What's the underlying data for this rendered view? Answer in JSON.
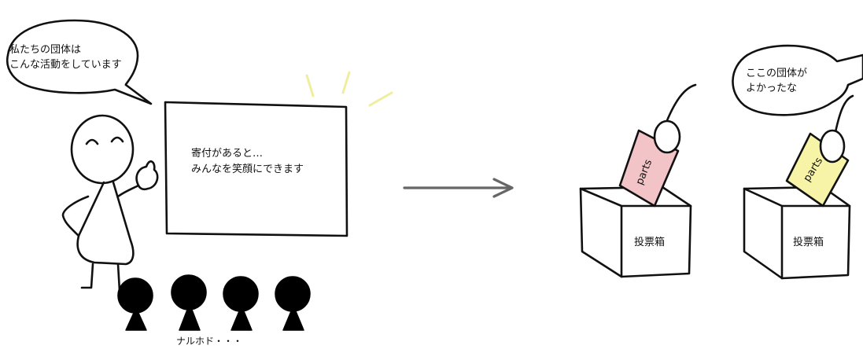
{
  "left_scene": {
    "speech_bubble": {
      "line1": "私たちの団体は",
      "line2": "こんな活動をしています"
    },
    "board": {
      "line1": "寄付があると…",
      "line2": "みんなを笑顔にできます"
    },
    "audience_caption": "ナルホド・・・"
  },
  "right_scene": {
    "speech_bubble": {
      "line1": "ここの団体が",
      "line2": "よかったな"
    },
    "ballot_box_1": {
      "label": "投票箱",
      "card_text": "parts",
      "card_color": "#f2c4c8"
    },
    "ballot_box_2": {
      "label": "投票箱",
      "card_text": "parts",
      "card_color": "#f7f4a8"
    }
  },
  "colors": {
    "ink": "#111111",
    "arrow": "#666666",
    "sparkle": "#f0ee9e"
  }
}
